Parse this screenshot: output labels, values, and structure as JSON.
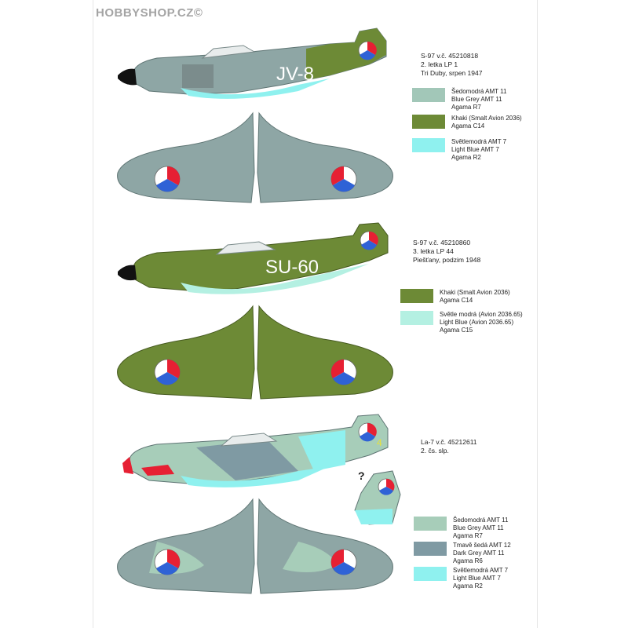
{
  "brand": "HOBBYSHOP.CZ©",
  "colors": {
    "blue_grey": "#8ea6a5",
    "khaki": "#6d8a36",
    "light_blue": "#8ff1ef",
    "light_blue_2": "#b4f0e2",
    "sedomodra": "#a7cdb9",
    "dark_grey": "#7f9aa3",
    "roundel_red": "#e62033",
    "roundel_blue": "#2f62d6"
  },
  "schemes": [
    {
      "caption": [
        "S-97 v.č. 45210818",
        "2. letka LP 1",
        "Tri Duby, srpen 1947"
      ],
      "code": "JV-8",
      "swatches": [
        {
          "color": "#a2c7b8",
          "lines": [
            "Šedomodrá AMT 11",
            "Blue Grey AMT 11",
            "Agama R7"
          ]
        },
        {
          "color": "#6d8a36",
          "lines": [
            "Khaki (Smalt Avion 2036)",
            "Agama C14"
          ]
        },
        {
          "color": "#8ff1ef",
          "lines": [
            "Světlemodrá AMT 7",
            "Light Blue AMT 7",
            "Agama R2"
          ]
        }
      ]
    },
    {
      "caption": [
        "S-97 v.č. 45210860",
        "3. letka LP 44",
        "Piešťany, podzim 1948"
      ],
      "code": "SU-60",
      "swatches": [
        {
          "color": "#6d8a36",
          "lines": [
            "Khaki (Smalt Avion 2036)",
            "Agama C14"
          ]
        },
        {
          "color": "#b4f0e2",
          "lines": [
            "Světle modrá (Avion 2036.65)",
            "Light Blue (Avion 2036.65)",
            "Agama C15"
          ]
        }
      ]
    },
    {
      "caption": [
        "La-7 v.č. 45212611",
        "2. čs. slp."
      ],
      "swatches": [
        {
          "color": "#a7cdb9",
          "lines": [
            "Šedomodrá AMT 11",
            "Blue Grey AMT 11",
            "Agama R7"
          ]
        },
        {
          "color": "#7f9aa3",
          "lines": [
            "Tmavě šedá AMT 12",
            "Dark Grey AMT 11",
            "Agama R6"
          ]
        },
        {
          "color": "#8ff1ef",
          "lines": [
            "Světlemodrá AMT 7",
            "Light Blue AMT 7",
            "Agama R2"
          ]
        }
      ]
    }
  ],
  "question_mark": "?",
  "tail_number": "4"
}
